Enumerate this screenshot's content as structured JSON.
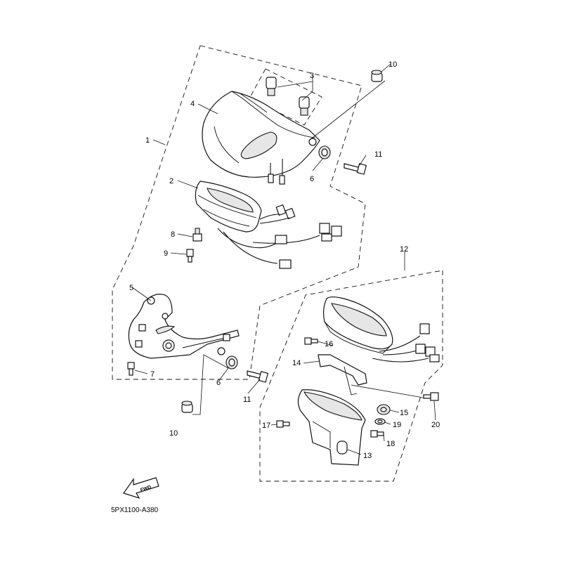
{
  "callouts": {
    "c1": "1",
    "c2": "2",
    "c3": "3",
    "c4": "4",
    "c5": "5",
    "c6a": "6",
    "c6b": "6",
    "c7": "7",
    "c8": "8",
    "c9": "9",
    "c10a": "10",
    "c10b": "10",
    "c11a": "11",
    "c11b": "11",
    "c12": "12",
    "c13": "13",
    "c14": "14",
    "c15": "15",
    "c16": "16",
    "c17": "17",
    "c18": "18",
    "c19": "19",
    "c20": "20"
  },
  "fwd_label": "FWD",
  "diagram_code": "5PX1100-A380"
}
